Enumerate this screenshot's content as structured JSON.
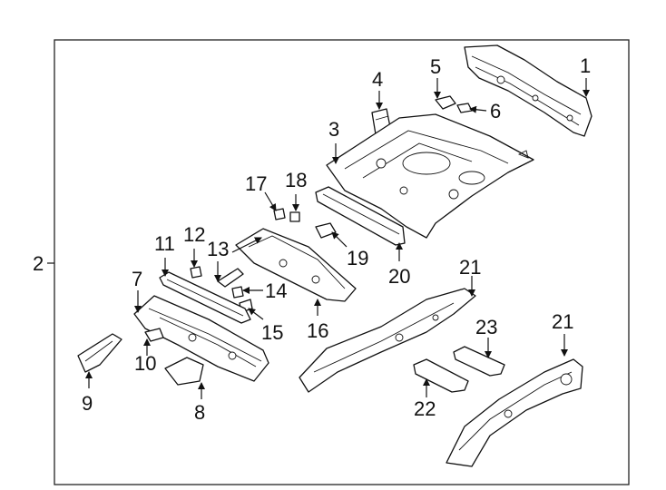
{
  "assembly_label": "2",
  "callouts": [
    {
      "id": "c1",
      "label": "1"
    },
    {
      "id": "c3",
      "label": "3"
    },
    {
      "id": "c4",
      "label": "4"
    },
    {
      "id": "c5",
      "label": "5"
    },
    {
      "id": "c6",
      "label": "6"
    },
    {
      "id": "c7",
      "label": "7"
    },
    {
      "id": "c8",
      "label": "8"
    },
    {
      "id": "c9",
      "label": "9"
    },
    {
      "id": "c10",
      "label": "10"
    },
    {
      "id": "c11",
      "label": "11"
    },
    {
      "id": "c12",
      "label": "12"
    },
    {
      "id": "c13",
      "label": "13"
    },
    {
      "id": "c14",
      "label": "14"
    },
    {
      "id": "c15",
      "label": "15"
    },
    {
      "id": "c16",
      "label": "16"
    },
    {
      "id": "c17",
      "label": "17"
    },
    {
      "id": "c18",
      "label": "18"
    },
    {
      "id": "c19",
      "label": "19"
    },
    {
      "id": "c20",
      "label": "20"
    },
    {
      "id": "c21a",
      "label": "21"
    },
    {
      "id": "c21b",
      "label": "21"
    },
    {
      "id": "c22",
      "label": "22"
    },
    {
      "id": "c23",
      "label": "23"
    }
  ]
}
